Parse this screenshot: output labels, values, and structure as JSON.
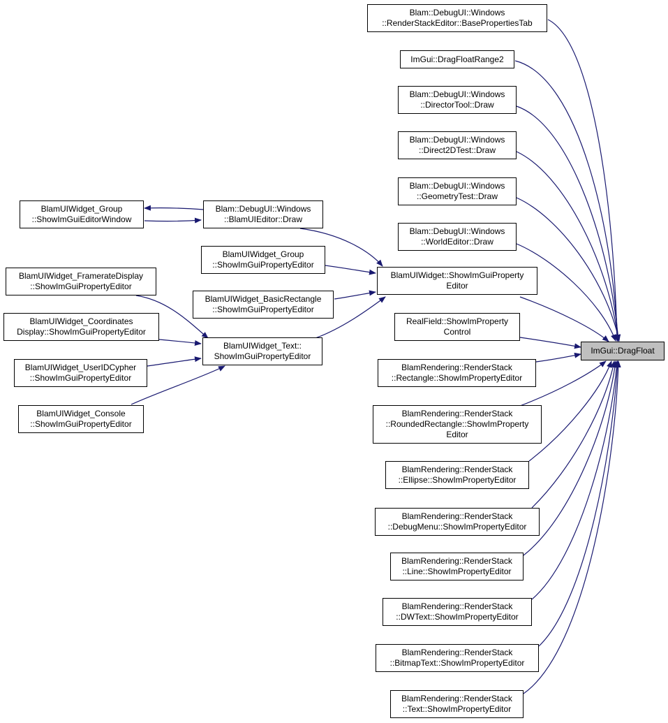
{
  "colors": {
    "edge": "#191970",
    "border": "#000000",
    "root_fill": "#bfbfbf",
    "node_fill": "#ffffff"
  },
  "nodes": {
    "base_props_tab": [
      "Blam::DebugUI::Windows",
      "::RenderStackEditor::BasePropertiesTab"
    ],
    "drag_float_range2": [
      "ImGui::DragFloatRange2"
    ],
    "director_tool": [
      "Blam::DebugUI::Windows",
      "::DirectorTool::Draw"
    ],
    "direct2d_test": [
      "Blam::DebugUI::Windows",
      "::Direct2DTest::Draw"
    ],
    "geometry_test": [
      "Blam::DebugUI::Windows",
      "::GeometryTest::Draw"
    ],
    "world_editor": [
      "Blam::DebugUI::Windows",
      "::WorldEditor::Draw"
    ],
    "group_editor_window": [
      "BlamUIWidget_Group",
      "::ShowImGuiEditorWindow"
    ],
    "blam_ui_editor": [
      "Blam::DebugUI::Windows",
      "::BlamUIEditor::Draw"
    ],
    "group_prop_editor": [
      "BlamUIWidget_Group",
      "::ShowImGuiPropertyEditor"
    ],
    "widget_prop_editor": [
      "BlamUIWidget::ShowImGuiProperty",
      "Editor"
    ],
    "framerate_display": [
      "BlamUIWidget_FramerateDisplay",
      "::ShowImGuiPropertyEditor"
    ],
    "basic_rectangle": [
      "BlamUIWidget_BasicRectangle",
      "::ShowImGuiPropertyEditor"
    ],
    "realfield": [
      "RealField::ShowImProperty",
      "Control"
    ],
    "coordinates_display": [
      "BlamUIWidget_Coordinates",
      "Display::ShowImGuiPropertyEditor"
    ],
    "text_widget": [
      "BlamUIWidget_Text::",
      "ShowImGuiPropertyEditor"
    ],
    "drag_float": [
      "ImGui::DragFloat"
    ],
    "userid_cypher": [
      "BlamUIWidget_UserIDCypher",
      "::ShowImGuiPropertyEditor"
    ],
    "rs_rectangle": [
      "BlamRendering::RenderStack",
      "::Rectangle::ShowImPropertyEditor"
    ],
    "console_widget": [
      "BlamUIWidget_Console",
      "::ShowImGuiPropertyEditor"
    ],
    "rs_rounded_rectangle": [
      "BlamRendering::RenderStack",
      "::RoundedRectangle::ShowImProperty",
      "Editor"
    ],
    "rs_ellipse": [
      "BlamRendering::RenderStack",
      "::Ellipse::ShowImPropertyEditor"
    ],
    "rs_debug_menu": [
      "BlamRendering::RenderStack",
      "::DebugMenu::ShowImPropertyEditor"
    ],
    "rs_line": [
      "BlamRendering::RenderStack",
      "::Line::ShowImPropertyEditor"
    ],
    "rs_dwtext": [
      "BlamRendering::RenderStack",
      "::DWText::ShowImPropertyEditor"
    ],
    "rs_bitmap_text": [
      "BlamRendering::RenderStack",
      "::BitmapText::ShowImPropertyEditor"
    ],
    "rs_text": [
      "BlamRendering::RenderStack",
      "::Text::ShowImPropertyEditor"
    ]
  },
  "edges": [
    [
      "base_props_tab",
      "drag_float"
    ],
    [
      "drag_float_range2",
      "drag_float"
    ],
    [
      "director_tool",
      "drag_float"
    ],
    [
      "direct2d_test",
      "drag_float"
    ],
    [
      "geometry_test",
      "drag_float"
    ],
    [
      "world_editor",
      "drag_float"
    ],
    [
      "widget_prop_editor",
      "drag_float"
    ],
    [
      "realfield",
      "drag_float"
    ],
    [
      "rs_rectangle",
      "drag_float"
    ],
    [
      "rs_rounded_rectangle",
      "drag_float"
    ],
    [
      "rs_ellipse",
      "drag_float"
    ],
    [
      "rs_debug_menu",
      "drag_float"
    ],
    [
      "rs_line",
      "drag_float"
    ],
    [
      "rs_dwtext",
      "drag_float"
    ],
    [
      "rs_bitmap_text",
      "drag_float"
    ],
    [
      "rs_text",
      "drag_float"
    ],
    [
      "blam_ui_editor",
      "widget_prop_editor"
    ],
    [
      "group_prop_editor",
      "widget_prop_editor"
    ],
    [
      "basic_rectangle",
      "widget_prop_editor"
    ],
    [
      "text_widget",
      "widget_prop_editor"
    ],
    [
      "blam_ui_editor",
      "group_editor_window"
    ],
    [
      "group_editor_window",
      "blam_ui_editor"
    ],
    [
      "framerate_display",
      "text_widget"
    ],
    [
      "coordinates_display",
      "text_widget"
    ],
    [
      "userid_cypher",
      "text_widget"
    ],
    [
      "console_widget",
      "text_widget"
    ]
  ]
}
